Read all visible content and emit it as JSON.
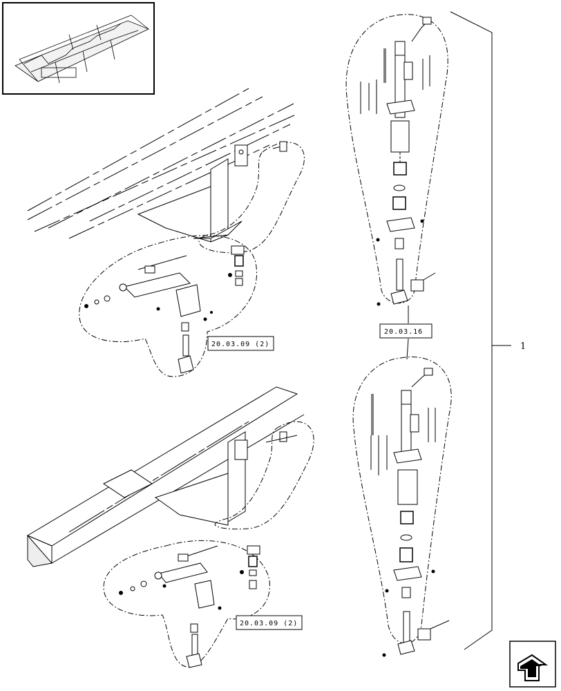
{
  "diagram": {
    "references": {
      "ref_a": "20.03.09 (2)",
      "ref_b": "20.03.16",
      "ref_c": "20.03.09 (2)"
    },
    "callout_number": "1",
    "icons": {
      "thumbnail": "header-overview-thumbnail",
      "nav": "next-page-arrow-icon"
    }
  }
}
